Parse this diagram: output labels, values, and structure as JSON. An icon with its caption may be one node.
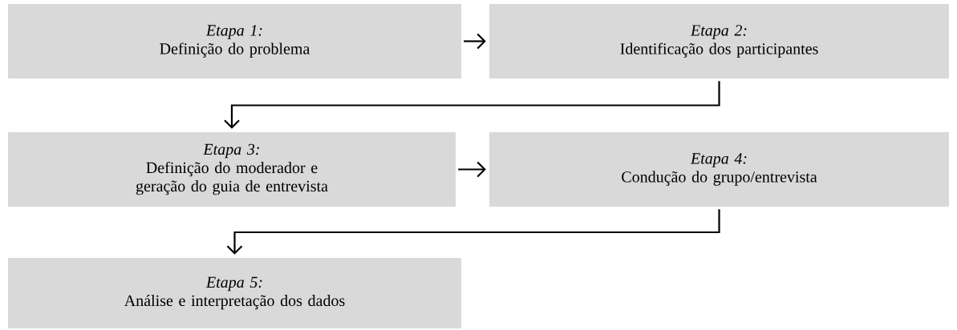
{
  "diagram": {
    "nodes": [
      {
        "text": [
          "Etapa 1:",
          "Definição do problema"
        ]
      },
      {
        "text": [
          "Etapa 2:",
          "Identificação dos participantes"
        ]
      },
      {
        "text": [
          "Etapa 3:",
          "Definição do moderador e geração do guia de entrevista"
        ]
      },
      {
        "text": [
          "Etapa 4:",
          "Condução do grupo/entrevista"
        ]
      },
      {
        "text": [
          "Etapa 5:",
          "Análise e interpretação dos dados"
        ]
      }
    ],
    "edges": [
      {
        "from": 0,
        "to": 1,
        "arrow": "to"
      },
      {
        "from": 1,
        "to": 2,
        "arrow": "to"
      },
      {
        "from": 2,
        "to": 3,
        "arrow": "to"
      },
      {
        "from": 3,
        "to": 4,
        "arrow": "to"
      }
    ]
  }
}
